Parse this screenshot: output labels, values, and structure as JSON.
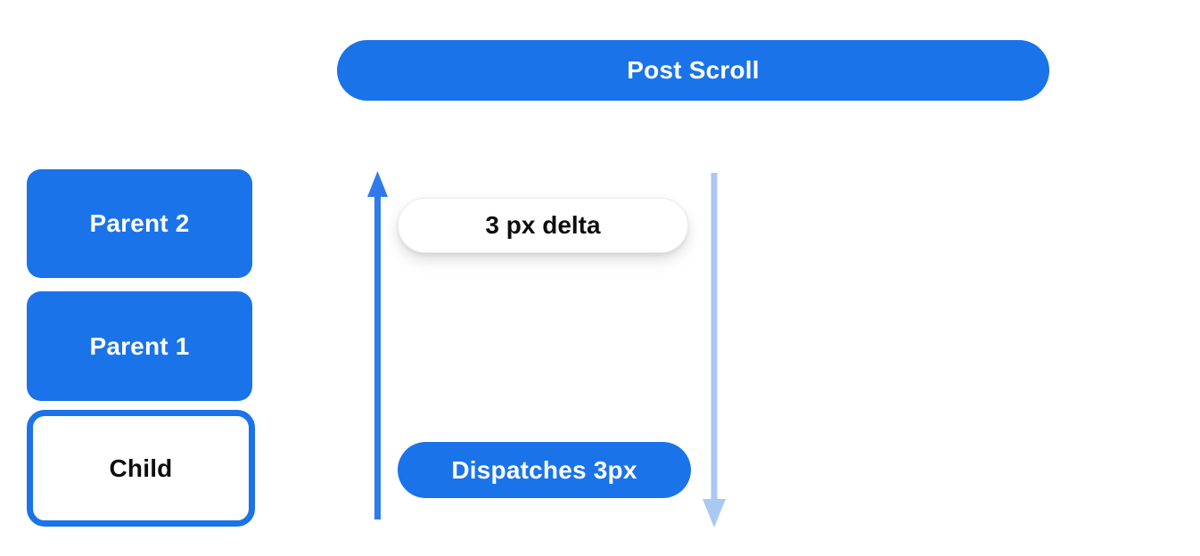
{
  "colors": {
    "blue": "#1a73e8",
    "arrow-up-blue": "#2f7be9",
    "arrow-down-blue": "#abc8f2",
    "white": "#ffffff",
    "text-dark": "#0d0d0d",
    "pill-border": "#ececec"
  },
  "header": {
    "label": "Post Scroll"
  },
  "node_stack": {
    "items": [
      {
        "id": "parent2",
        "label": "Parent 2",
        "variant": "filled"
      },
      {
        "id": "parent1",
        "label": "Parent 1",
        "variant": "filled"
      },
      {
        "id": "child",
        "label": "Child",
        "variant": "outlined"
      }
    ]
  },
  "flow": {
    "up_arrow": {
      "direction": "up",
      "color": "#2f7be9"
    },
    "down_arrow": {
      "direction": "down",
      "color": "#abc8f2"
    },
    "delta_pill": {
      "label": "3 px delta"
    },
    "dispatch_pill": {
      "label": "Dispatches 3px"
    }
  }
}
